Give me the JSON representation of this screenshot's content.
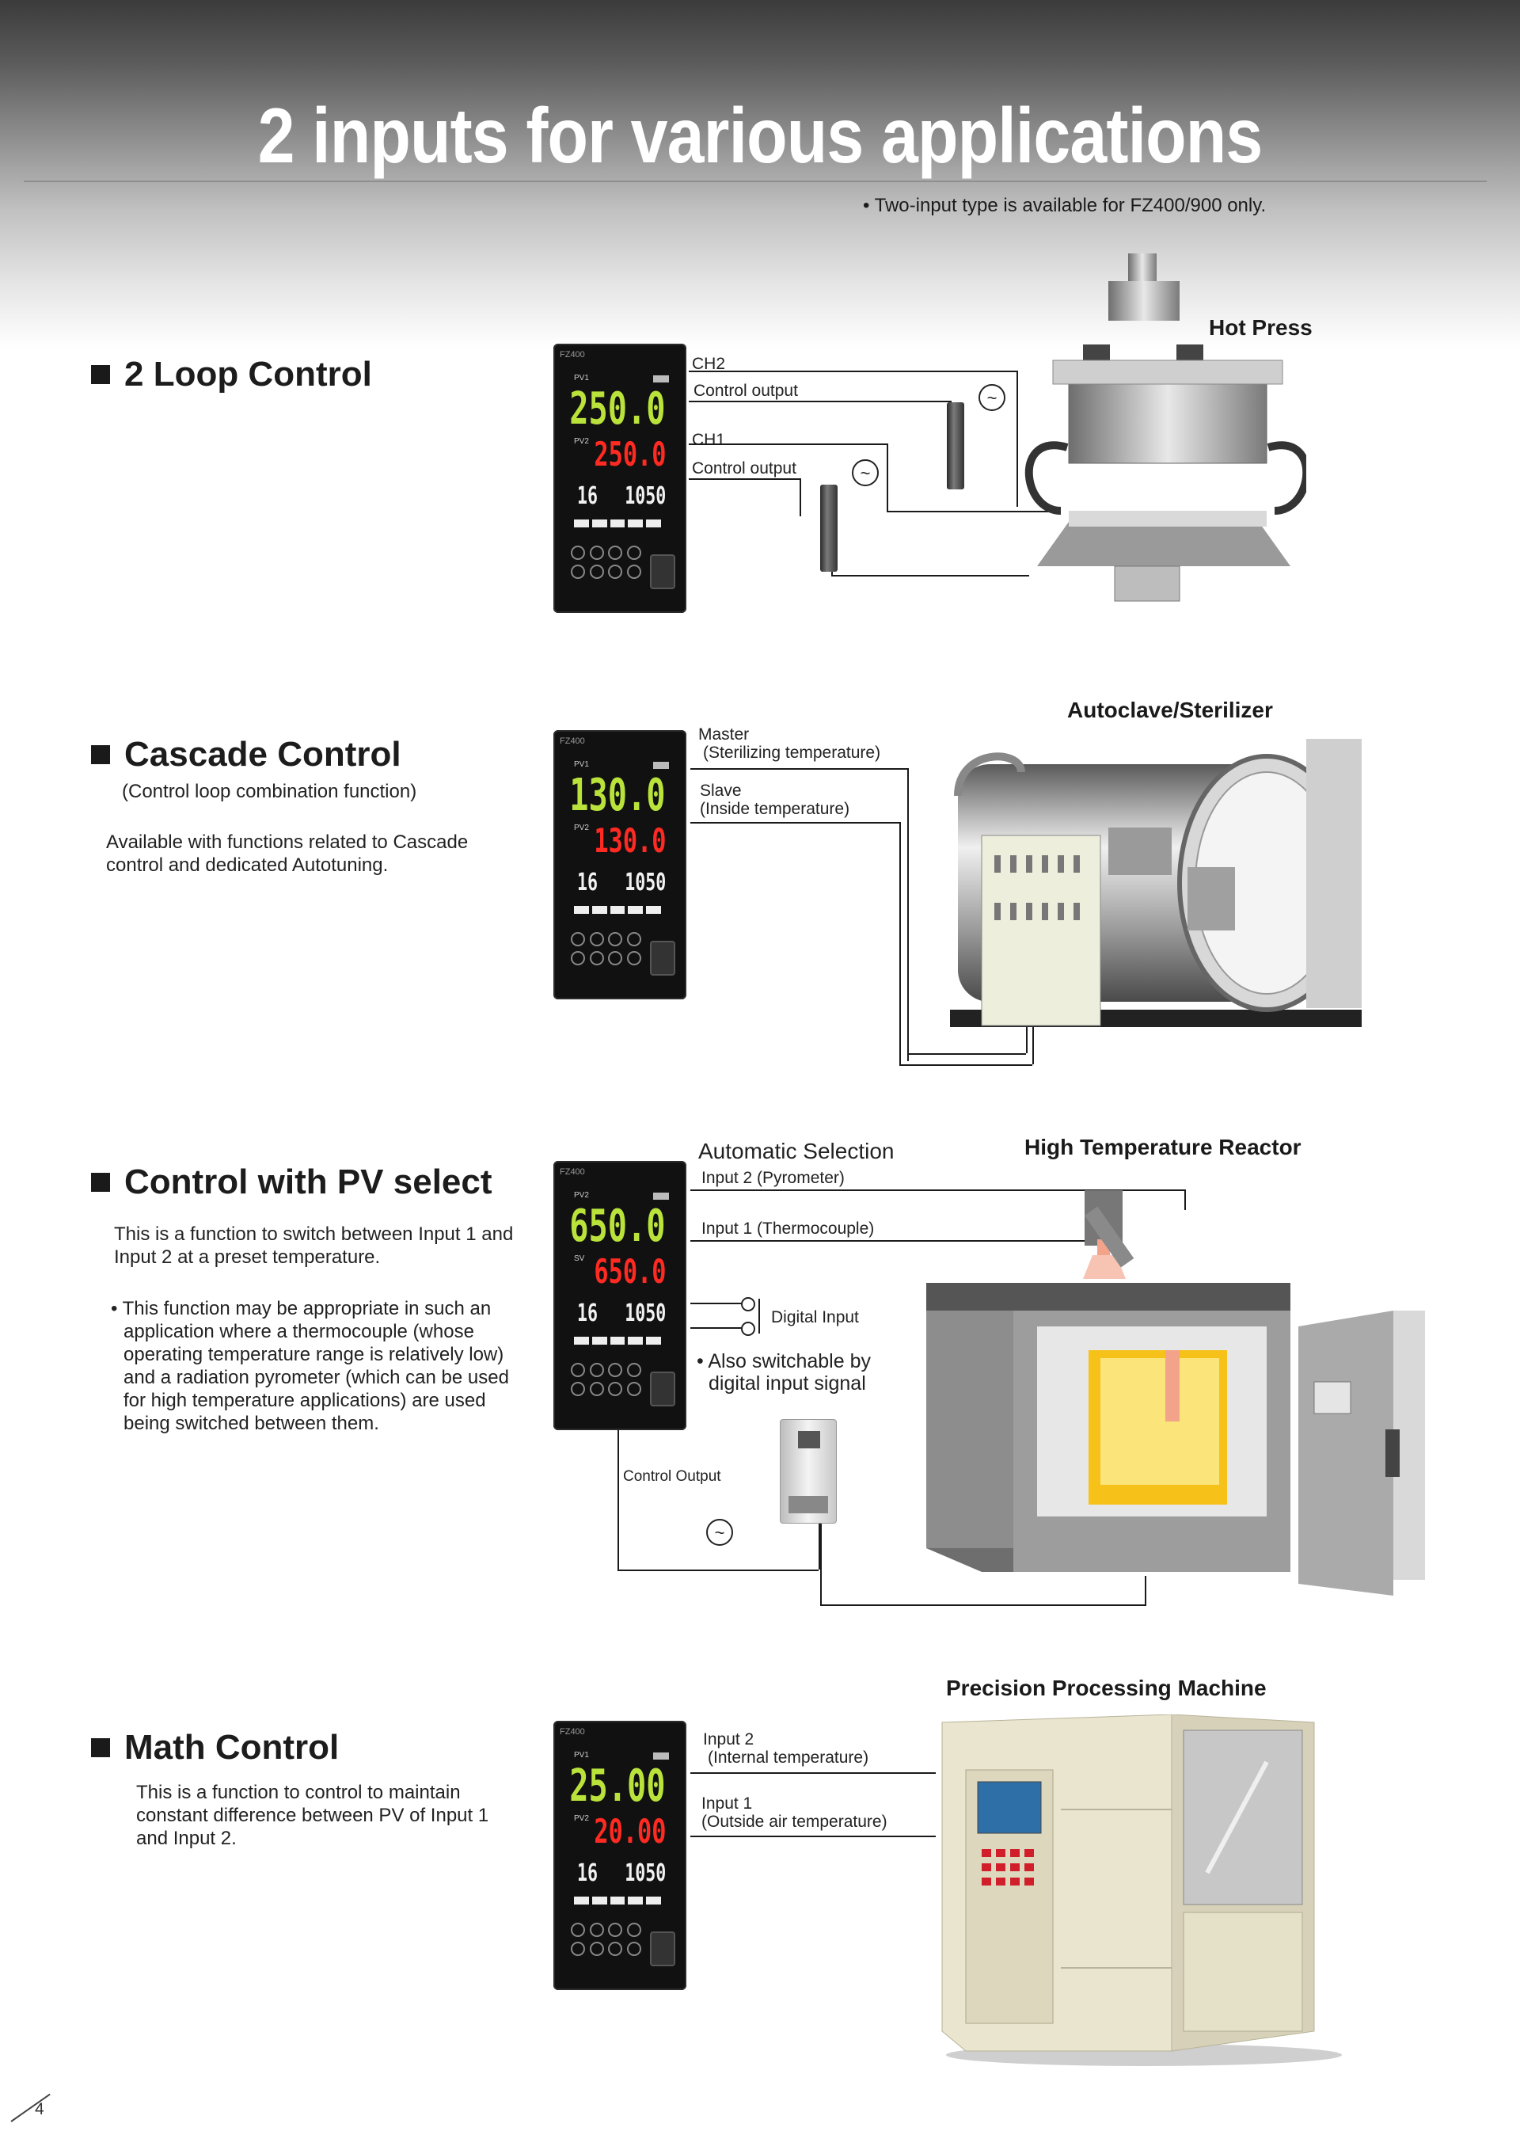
{
  "header": {
    "title": "2 inputs for various applications",
    "note": "• Two-input type is available for FZ400/900 only."
  },
  "sections": [
    {
      "title": "2 Loop Control",
      "app_title": "Hot Press",
      "labels": {
        "ch2": "CH2",
        "ch2_out": "Control output",
        "ch1": "CH1",
        "ch1_out": "Control output"
      },
      "controller": {
        "model": "FZ400",
        "pv_label": "PV1",
        "sv_label": "PV2",
        "pv": "250.0",
        "sv": "250.0",
        "area": "16",
        "value": "1050"
      }
    },
    {
      "title": "Cascade Control",
      "subtitle": "(Control loop combination function)",
      "text": "Available with functions related to Cascade control and dedicated Autotuning.",
      "app_title": "Autoclave/Sterilizer",
      "labels": {
        "master": "Master",
        "master_sub": "(Sterilizing temperature)",
        "slave": "Slave",
        "slave_sub": "(Inside temperature)"
      },
      "controller": {
        "model": "FZ400",
        "pv_label": "PV1",
        "sv_label": "PV2",
        "pv": "130.0",
        "sv": "130.0",
        "area": "16",
        "value": "1050"
      }
    },
    {
      "title": "Control with PV select",
      "text": "This is a function to switch between Input 1 and Input 2 at a preset temperature.",
      "bullet": "• This function may be appropriate in such an application where a thermocouple (whose operating temperature range is relatively low) and a radiation pyrometer (which can be used for high temperature applications) are used being switched between them.",
      "app_title": "High Temperature Reactor",
      "labels": {
        "auto_sel": "Automatic Selection",
        "input2": "Input 2 (Pyrometer)",
        "input1": "Input 1 (Thermocouple)",
        "digital": "Digital Input",
        "switch_note_1": "• Also switchable by",
        "switch_note_2": "digital input signal",
        "control_output": "Control Output"
      },
      "controller": {
        "model": "FZ400",
        "pv_label": "PV2",
        "sv_label": "SV",
        "pv": "650.0",
        "sv": "650.0",
        "area": "16",
        "value": "1050"
      }
    },
    {
      "title": "Math Control",
      "text": "This is a function to control to maintain constant difference between PV of Input 1 and Input 2.",
      "app_title": "Precision Processing Machine",
      "labels": {
        "input2": "Input 2",
        "input2_sub": "(Internal temperature)",
        "input1": "Input 1",
        "input1_sub": "(Outside air temperature)"
      },
      "controller": {
        "model": "FZ400",
        "pv_label": "PV1",
        "sv_label": "PV2",
        "pv": "25.00",
        "sv": "20.00",
        "area": "16",
        "value": "1050"
      }
    }
  ],
  "page_number": "4",
  "ac_symbol": "~",
  "colors": {
    "pv_display": "#b9e23a",
    "sv_display": "#ff2a22"
  }
}
